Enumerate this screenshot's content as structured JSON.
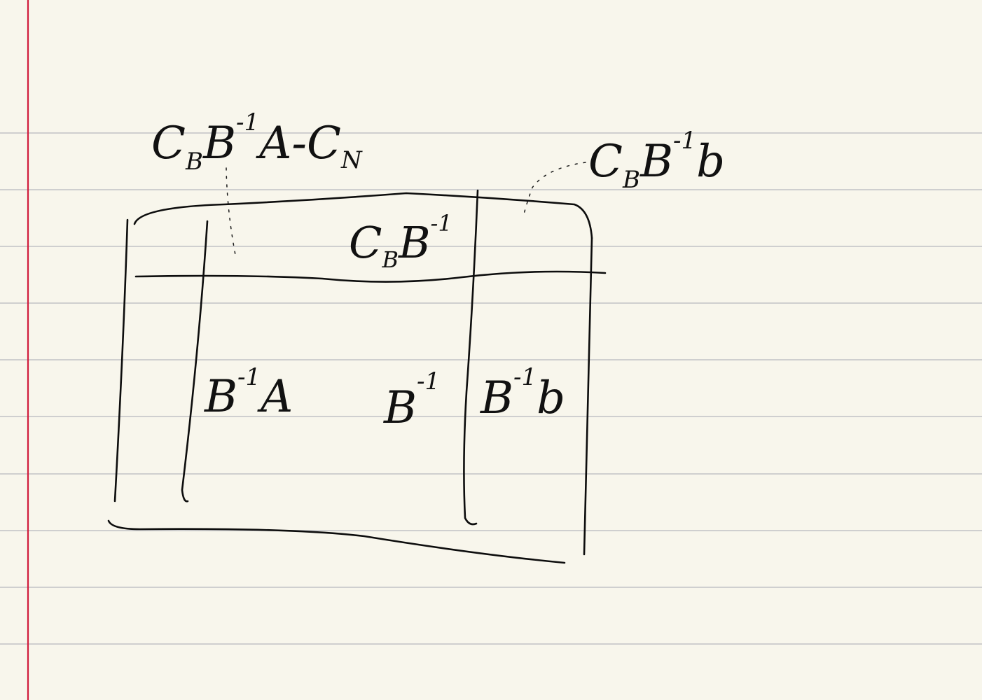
{
  "paper": {
    "background": "#f8f6ec",
    "rule_color": "#cfcfcf",
    "margin_color": "#d01c3c"
  },
  "notes": {
    "top_left": {
      "main": "C",
      "sub1": "B",
      "mid": "B",
      "sup": "-1",
      "rest": "A-C",
      "sub2": "N"
    },
    "top_right": {
      "main": "C",
      "sub": "B",
      "mid": "B",
      "sup": "-1",
      "rest": "b"
    },
    "row_cell": {
      "main": "C",
      "sub": "B",
      "mid": "B",
      "sup": "-1"
    },
    "body_left": {
      "main": "B",
      "sup": "-1",
      "rest": "A"
    },
    "body_mid": {
      "main": "B",
      "sup": "-1"
    },
    "body_right": {
      "main": "B",
      "sup": "-1",
      "rest": "b"
    }
  }
}
